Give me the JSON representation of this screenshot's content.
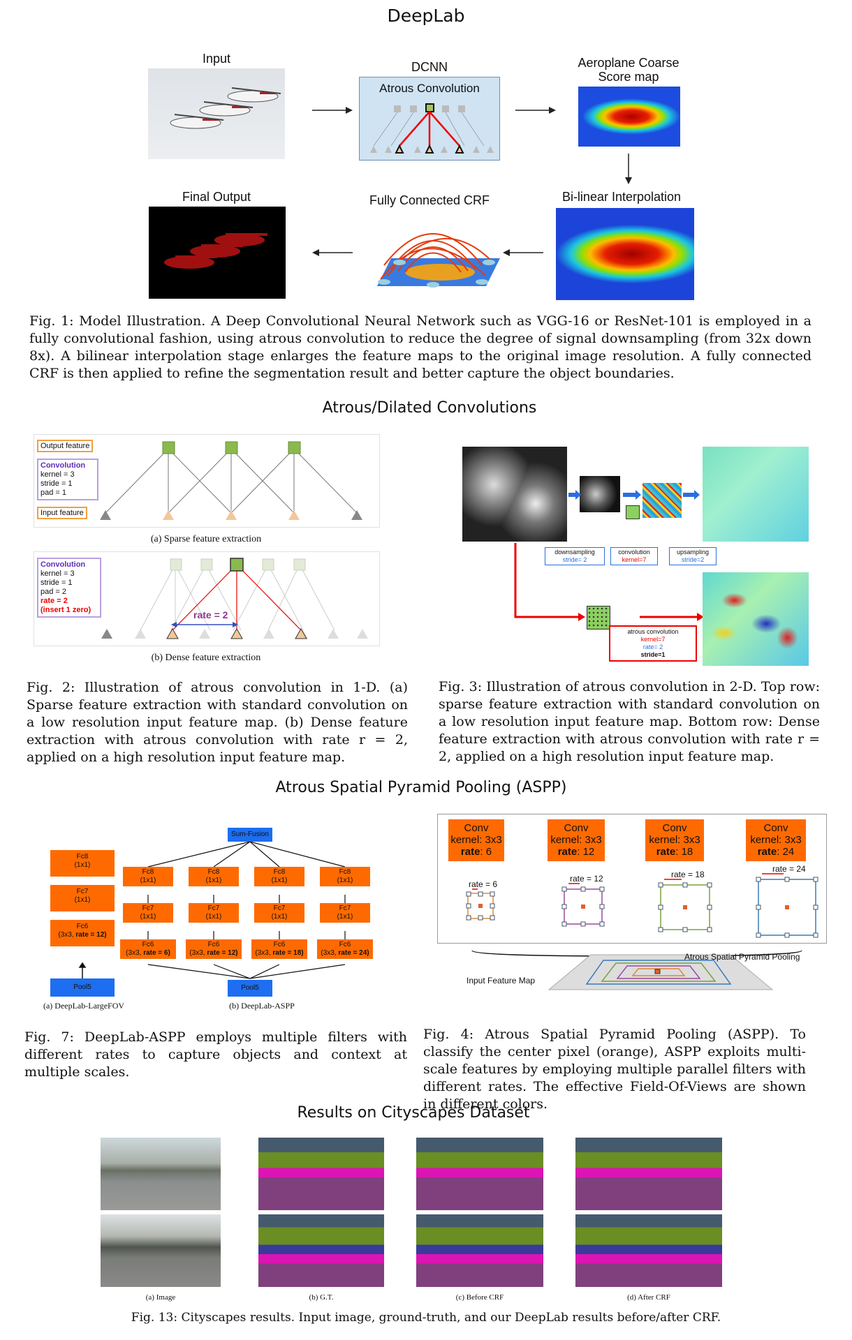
{
  "header": {
    "title": "DeepLab"
  },
  "fig1": {
    "input_label": "Input",
    "dcnn_label": "DCNN",
    "atrous_label": "Atrous Convolution",
    "score_label_1": "Aeroplane Coarse",
    "score_label_2": "Score map",
    "bilinear_label": "Bi-linear Interpolation",
    "crf_label": "Fully Connected CRF",
    "final_label": "Final Output",
    "caption": "Fig. 1: Model Illustration. A Deep Convolutional Neural Network such as VGG-16 or ResNet-101 is employed in a fully convolutional fashion, using atrous convolution to reduce the degree of signal downsampling (from 32x down 8x). A bilinear interpolation stage enlarges the feature maps to the original image resolution. A fully connected CRF is then applied to refine the segmentation result and better capture the object boundaries."
  },
  "section2": {
    "title": "Atrous/Dilated Convolutions"
  },
  "fig2": {
    "output_feature": "Output feature",
    "conv_title": "Convolution",
    "kernel": "kernel = 3",
    "stride": "stride = 1",
    "pad1": "pad = 1",
    "input_feature": "Input feature",
    "sub_a": "(a) Sparse feature extraction",
    "conv_title_b": "Convolution",
    "kernel_b": "kernel = 3",
    "stride_b": "stride = 1",
    "pad2": "pad = 2",
    "rate": "rate = 2",
    "insert": "(insert 1 zero)",
    "rate_arrow": "rate = 2",
    "sub_b": "(b) Dense feature extraction",
    "caption": "Fig. 2: Illustration of atrous convolution in 1-D. (a) Sparse feature extraction with standard convolution on a low resolution input feature map. (b) Dense feature extraction with atrous convolution with rate r = 2, applied on a high resolution input feature map."
  },
  "fig3": {
    "down_1": "downsampling",
    "down_2": "stride= 2",
    "conv_1": "convolution",
    "conv_2": "kernel=7",
    "up_1": "upsampling",
    "up_2": "stride=2",
    "atrous_1": "atrous convolution",
    "atrous_2": "kernel=7",
    "atrous_3": "rate= 2",
    "atrous_4": "stride=1",
    "caption": "Fig. 3: Illustration of atrous convolution in 2-D. Top row: sparse feature extraction with standard convolution on a low resolution input feature map. Bottom row: Dense feature extraction with atrous convolution with rate r = 2, applied on a high resolution input feature map."
  },
  "section3": {
    "title": "Atrous Spatial Pyramid Pooling (ASPP)"
  },
  "fig7": {
    "fc8": "Fc8",
    "fc7": "Fc7",
    "fc6": "Fc6",
    "k1x1": "(1x1)",
    "fc6_left_a": "(3x3, ",
    "fc6_left_b": "rate = 12)",
    "pool5": "Pool5",
    "sum_fusion": "Sum-Fusion",
    "branch_rates": [
      "rate = 6)",
      "rate = 12)",
      "rate = 18)",
      "rate = 24)"
    ],
    "branch_prefix": "(3x3, ",
    "sub_a": "(a) DeepLab-LargeFOV",
    "sub_b": "(b) DeepLab-ASPP",
    "caption": "Fig. 7: DeepLab-ASPP employs multiple filters with different rates to capture objects and context at multiple scales."
  },
  "fig4": {
    "convs": [
      {
        "title": "Conv",
        "kernel": "kernel: 3x3",
        "rate_label": "rate",
        "rate_val": ": 6",
        "annot": "rate = 6"
      },
      {
        "title": "Conv",
        "kernel": "kernel: 3x3",
        "rate_label": "rate",
        "rate_val": ": 12",
        "annot": "rate = 12"
      },
      {
        "title": "Conv",
        "kernel": "kernel: 3x3",
        "rate_label": "rate",
        "rate_val": ": 18",
        "annot": "rate = 18"
      },
      {
        "title": "Conv",
        "kernel": "kernel: 3x3",
        "rate_label": "rate",
        "rate_val": ": 24",
        "annot": "rate = 24"
      }
    ],
    "aspp_label": "Atrous Spatial Pyramid Pooling",
    "input_map": "Input Feature Map",
    "caption": "Fig. 4: Atrous Spatial Pyramid Pooling (ASPP). To classify the center pixel (orange), ASPP exploits multi-scale features by employing multiple parallel filters with different rates. The effective Field-Of-Views are shown in different colors."
  },
  "section4": {
    "title": "Results on Cityscapes Dataset"
  },
  "fig13": {
    "sub": [
      "(a) Image",
      "(b) G.T.",
      "(c) Before CRF",
      "(d) After CRF"
    ],
    "caption": "Fig. 13: Cityscapes results. Input image, ground-truth, and our DeepLab results before/after CRF."
  },
  "colors": {
    "accent_orange": "#ff6a00",
    "accent_blue": "#1d6ef0",
    "crf_red": "#e53b0b"
  }
}
